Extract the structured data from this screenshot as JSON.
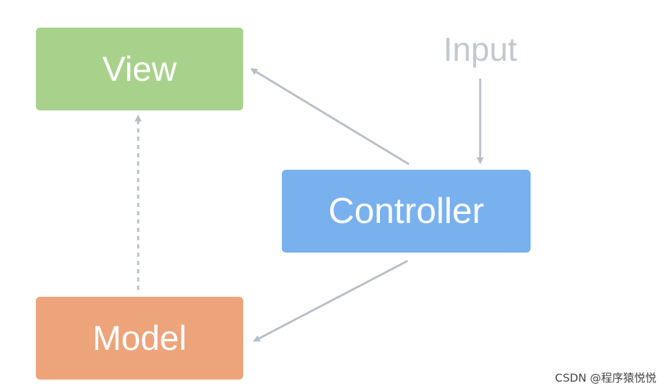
{
  "nodes": {
    "view": {
      "label": "View",
      "color": "#a8d28c"
    },
    "model": {
      "label": "Model",
      "color": "#eea47b"
    },
    "controller": {
      "label": "Controller",
      "color": "#79b1ee"
    },
    "input": {
      "label": "Input",
      "color": "#c3c8cf"
    }
  },
  "edges": [
    {
      "from": "input",
      "to": "controller",
      "style": "solid"
    },
    {
      "from": "controller",
      "to": "view",
      "style": "solid"
    },
    {
      "from": "controller",
      "to": "model",
      "style": "solid"
    },
    {
      "from": "model",
      "to": "view",
      "style": "dashed"
    }
  ],
  "arrow_color": "#b8bec7",
  "watermark": "CSDN @程序猿悦悦"
}
